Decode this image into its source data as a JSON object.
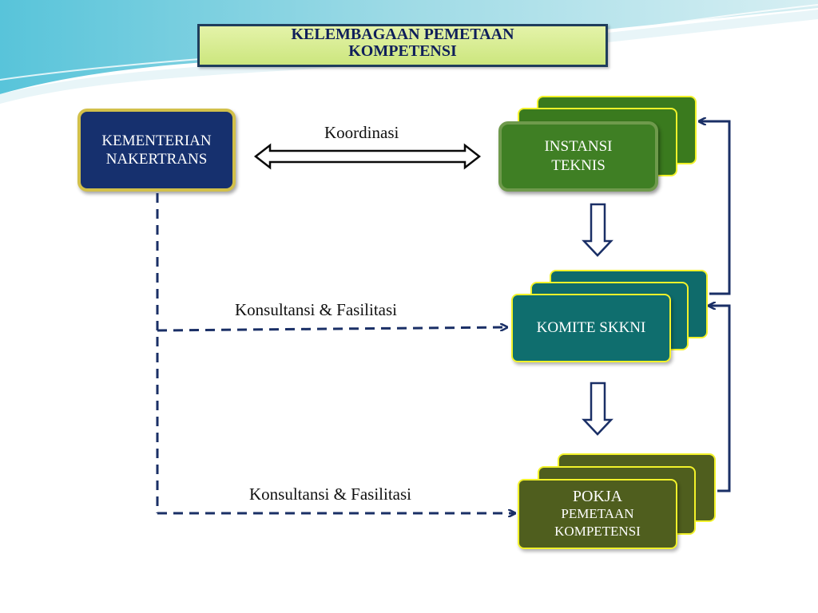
{
  "title": {
    "line1": "KELEMBAGAAN PEMETAAN",
    "line2": "KOMPETENSI"
  },
  "nodes": {
    "kementerian": {
      "line1": "KEMENTERIAN",
      "line2": "NAKERTRANS"
    },
    "instansi": {
      "line1": "INSTANSI",
      "line2": "TEKNIS"
    },
    "komite": {
      "line1": "KOMITE SKKNI"
    },
    "pokja": {
      "line1": "POKJA",
      "line2": "PEMETAAN",
      "line3": "KOMPETENSI"
    }
  },
  "edges": {
    "koordinasi": "Koordinasi",
    "konsultansi_1": "Konsultansi & Fasilitasi",
    "konsultansi_2": "Konsultansi & Fasilitasi"
  },
  "colors": {
    "navy": "#16306e",
    "green": "#3a7a1e",
    "teal": "#0f6b6b",
    "olive": "#4f5e1e",
    "yellow_border": "#f2f22a",
    "arrow": "#1a2f66"
  }
}
